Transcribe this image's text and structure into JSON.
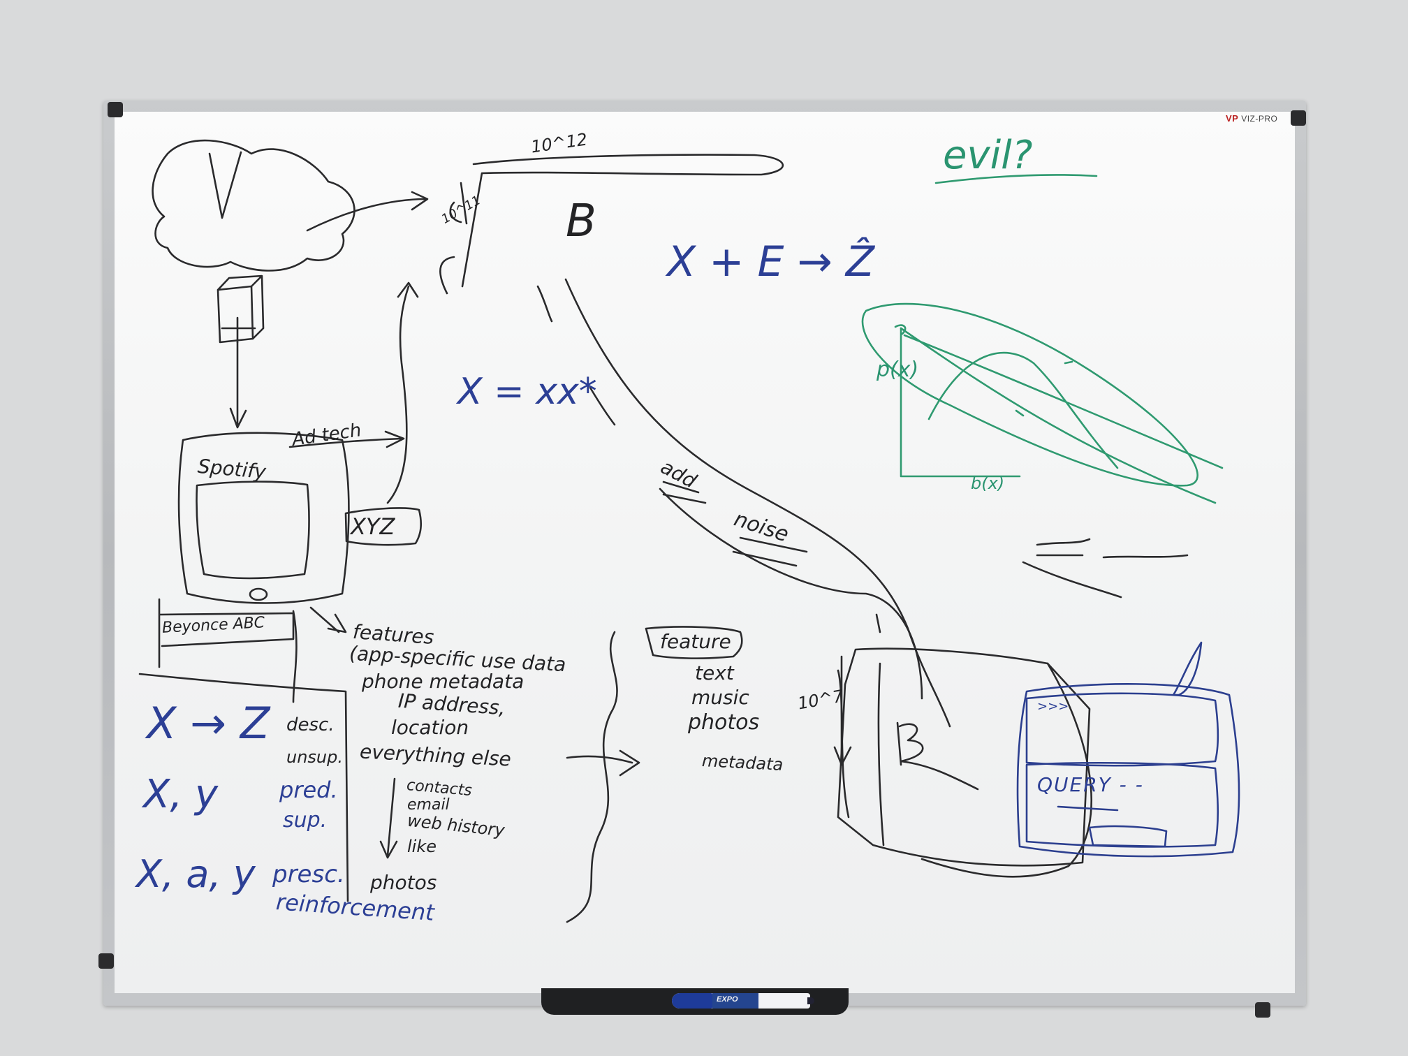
{
  "board": {
    "brand": "VIZ-PRO",
    "brand_mark": "VP",
    "marker_logo": "EXPO"
  },
  "top": {
    "ten_x": "10^12",
    "ten_y": "10^11",
    "b_symbol": "B",
    "equation": "X + E → Ẑ",
    "evil": "evil?"
  },
  "left_flow": {
    "ad_tech": "Ad tech",
    "spotify": "Spotify",
    "xyz": "XYZ",
    "beyonce": "Beyonce ABC"
  },
  "middle": {
    "x_eq": "X = xx*",
    "add_noise_1": "add",
    "add_noise_2": "noise"
  },
  "features_list": {
    "title": "features",
    "items": [
      "(app-specific use data",
      "phone metadata",
      "IP address,",
      "location",
      "everything else",
      "contacts",
      "email",
      "web history",
      "like",
      "photos"
    ]
  },
  "feature_box": {
    "title": "feature",
    "items": [
      "text",
      "music",
      "photos",
      "metadata"
    ]
  },
  "learning_types": {
    "row1_math": "X → Z",
    "row1_a": "desc.",
    "row1_b": "unsup.",
    "row2_math": "X, y",
    "row2_a": "pred.",
    "row2_b": "sup.",
    "row3_math": "X, a, y",
    "row3_a": "presc.",
    "row3_b": "reinforcement"
  },
  "right": {
    "ten_label": "10^7",
    "query": "QUERY - -",
    "arrows": ">>>",
    "p_label": "p(x)",
    "b_label": "b(x)"
  }
}
